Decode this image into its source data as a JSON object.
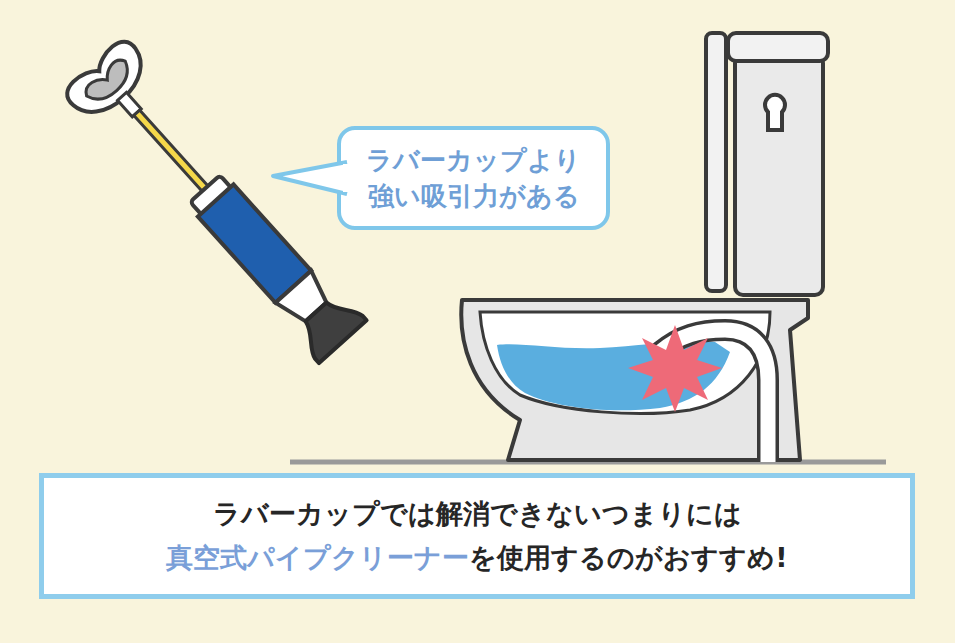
{
  "diagram": {
    "nodes": [
      {
        "text": [
          "ラバーカップより 強い吸引力がある"
        ]
      },
      {
        "text": [
          "ラバーカップでは解消できないつまりには",
          "真空式パイプクリーナー",
          "を使用するのがおすすめ!"
        ]
      }
    ]
  }
}
